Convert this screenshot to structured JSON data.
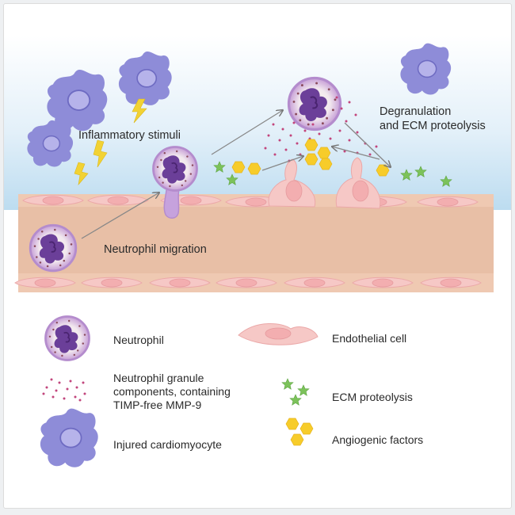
{
  "diagram": {
    "labels": {
      "inflammatory": "Inflammatory stimuli",
      "degranulation_line1": "Degranulation",
      "degranulation_line2": "and ECM proteolysis",
      "migration": "Neutrophil migration"
    }
  },
  "legend": {
    "neutrophil": "Neutrophil",
    "granules_line1": "Neutrophil granule",
    "granules_line2": "components, containing",
    "granules_line3": "TIMP-free MMP-9",
    "cardiomyocyte": "Injured cardiomyocyte",
    "endothelial": "Endothelial cell",
    "ecm": "ECM proteolysis",
    "angiogenic": "Angiogenic factors"
  },
  "colors": {
    "cardiomyocyte": "#8e8cd8",
    "neutrophil_edge": "#b48ccd",
    "neutrophil_nucleus": "#6b3f99",
    "endothelial": "#f6c8c6",
    "vessel": "#efc9b2",
    "granule": "#c2457c",
    "star": "#7cc25a",
    "hexagon": "#f7cc2a",
    "lightning": "#f2d234"
  }
}
